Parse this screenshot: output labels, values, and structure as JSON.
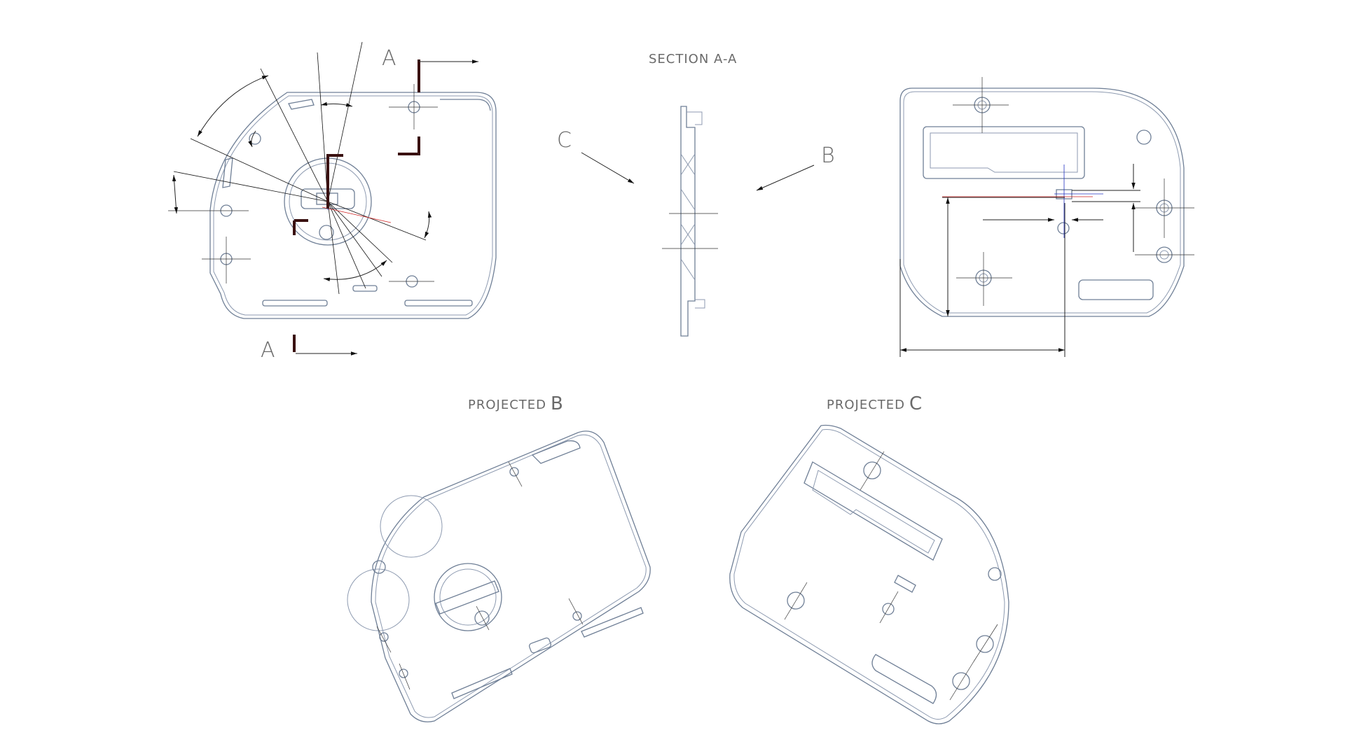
{
  "drawing": {
    "section_label": "SECTION A-A",
    "cut_label_top": "A",
    "cut_label_bottom": "A",
    "view_arrow_c": "C",
    "view_arrow_b": "B",
    "projected_b": {
      "prefix": "PROJECTED",
      "letter": "B"
    },
    "projected_c": {
      "prefix": "PROJECTED",
      "letter": "C"
    }
  },
  "colors": {
    "part_outline": "#6f7f96",
    "dimension_line": "#222222",
    "cutting_plane": "#3a1111",
    "centerline_red": "#d02020",
    "centerline_blue": "#2030c0"
  }
}
